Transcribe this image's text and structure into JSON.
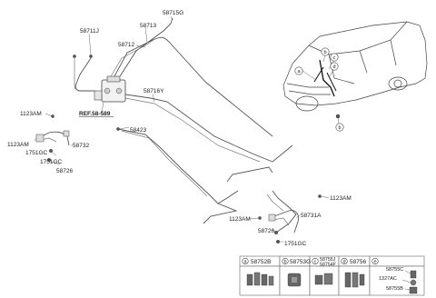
{
  "labels": {
    "p58711J": "58711J",
    "p58713": "58713",
    "p58715G": "58715G",
    "p58712": "58712",
    "ref": "REF.58-589",
    "p58716Y": "58716Y",
    "p1123AM_a": "1123AM",
    "p1123AM_b": "1123AM",
    "p58732": "58732",
    "p1751GC_a": "1751GC",
    "p1751GC_b": "1751GC",
    "p58726_a": "58726",
    "p58423": "58423",
    "p1123AM_c": "1123AM",
    "p58731A": "58731A",
    "p1123AM_d": "1123AM",
    "p58726_b": "58726",
    "p1751GC_c": "1751GC"
  },
  "callouts": [
    "a",
    "b",
    "c",
    "d",
    "e"
  ],
  "legend": [
    {
      "letter": "a",
      "part": "58752B"
    },
    {
      "letter": "b",
      "part": "58753G"
    },
    {
      "letter": "c",
      "part": "58755J",
      "part2": "58754F"
    },
    {
      "letter": "d",
      "part": "58756"
    },
    {
      "letter": "e",
      "part": "",
      "items": [
        "58755C",
        "1327AC",
        "58755B"
      ]
    }
  ],
  "icons": [
    "brake-tube-line",
    "hydraulic-unit",
    "vehicle-outline",
    "clip-icon",
    "grommet-icon",
    "bracket-icon"
  ]
}
